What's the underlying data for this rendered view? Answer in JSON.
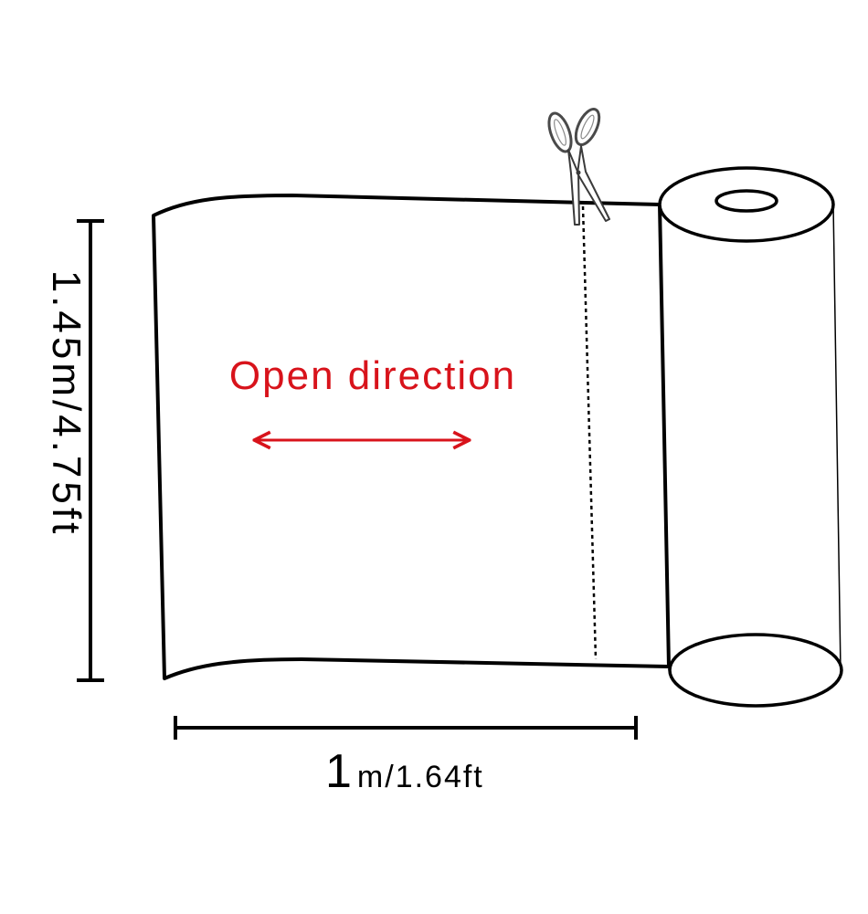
{
  "labels": {
    "open_direction": "Open direction",
    "height": "1.45m/4.75ft",
    "width_number": "1",
    "width_rest": "m/1.64ft"
  },
  "colors": {
    "line": "#000000",
    "accent": "#d8131b",
    "background": "#ffffff"
  },
  "icons": {
    "cut_tool": "scissors-icon",
    "direction": "double-arrow-icon"
  }
}
